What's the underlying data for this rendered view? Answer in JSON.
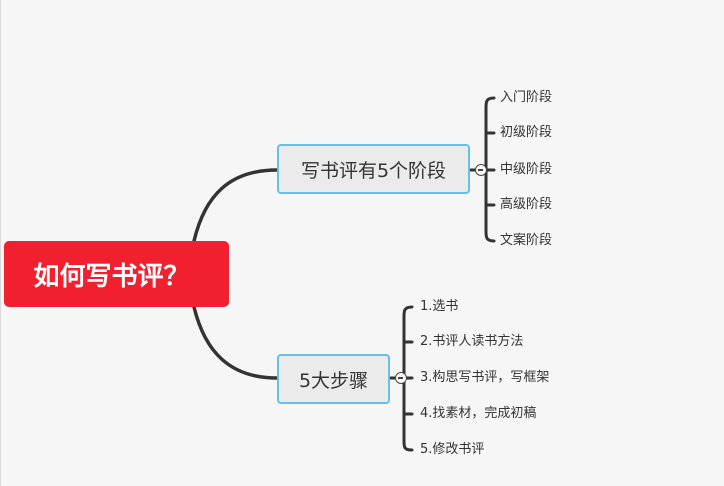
{
  "root": {
    "label": "如何写书评？"
  },
  "branches": [
    {
      "label": "写书评有5个阶段",
      "children": [
        "入门阶段",
        "初级阶段",
        "中级阶段",
        "高级阶段",
        "文案阶段"
      ]
    },
    {
      "label": "5大步骤",
      "children": [
        "1.选书",
        "2.书评人读书方法",
        "3.构思写书评，写框架",
        "4.找素材，完成初稿",
        "5.修改书评"
      ]
    }
  ],
  "colors": {
    "root_fill": "#f0202e",
    "branch_fill": "#ebebeb",
    "branch_border": "#62c0ea",
    "connector": "#333333",
    "background": "#f6f6f6"
  }
}
